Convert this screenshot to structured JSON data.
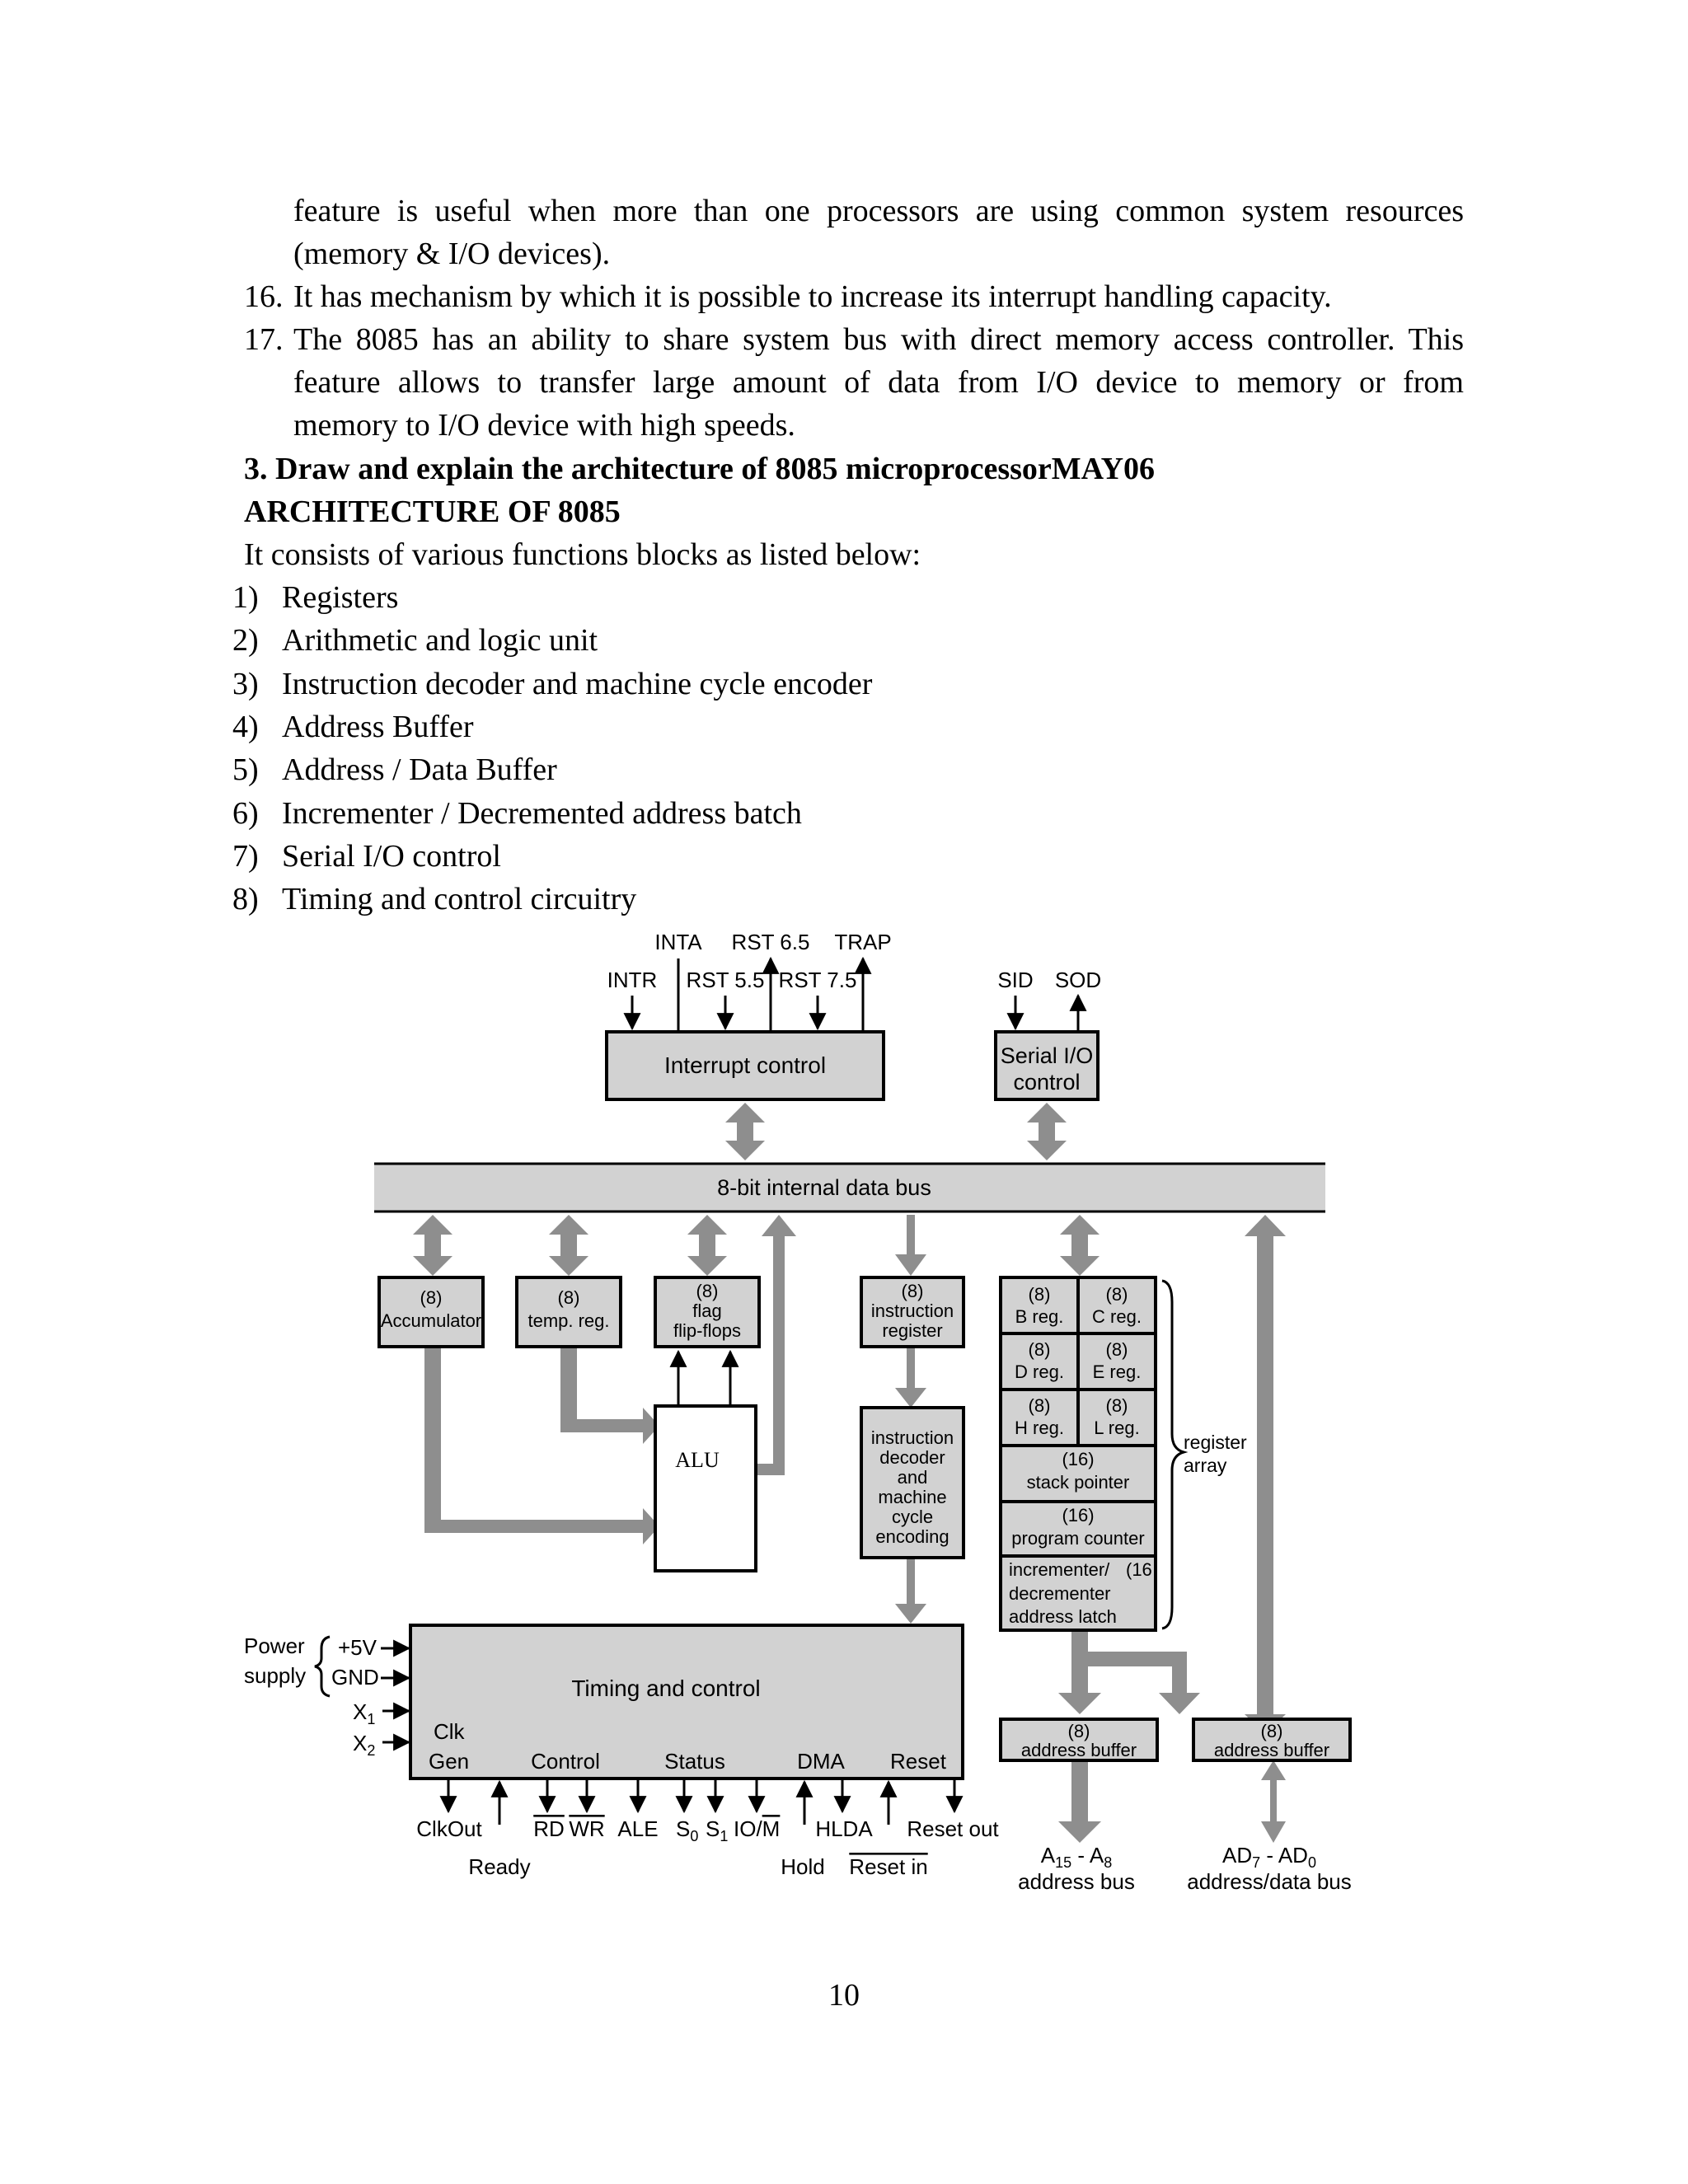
{
  "paragraphs": {
    "cont_line1": "feature is useful when more than one processors are using common system resources",
    "cont_line2": "(memory & I/O devices).",
    "item16_num": "16.",
    "item16": "It has mechanism by which it is possible to increase its interrupt handling capacity.",
    "item17_num": "17.",
    "item17_line1": "The 8085 has an ability to share system bus with direct memory access controller. This",
    "item17_line2": "feature allows to transfer large amount of data from I/O device to memory or from",
    "item17_line3": "memory to I/O device with high speeds.",
    "question": "3. Draw and explain the architecture of 8085 microprocessorMAY06",
    "heading": "ARCHITECTURE OF 8085",
    "intro": "It consists of various functions blocks as listed below:"
  },
  "block_list": [
    {
      "num": "1)",
      "text": "Registers"
    },
    {
      "num": "2)",
      "text": "Arithmetic and logic unit"
    },
    {
      "num": "3)",
      "text": "Instruction decoder and machine cycle encoder"
    },
    {
      "num": "4)",
      "text": "Address Buffer"
    },
    {
      "num": "5)",
      "text": "Address / Data Buffer"
    },
    {
      "num": "6)",
      "text": "Incrementer / Decremented address batch"
    },
    {
      "num": "7)",
      "text": "Serial I/O control"
    },
    {
      "num": "8)",
      "text": "Timing and control circuitry"
    }
  ],
  "diagram": {
    "interrupt_inputs": {
      "inta": "INTA",
      "rst65": "RST 6.5",
      "trap": "TRAP",
      "intr": "INTR",
      "rst55": "RST 5.5",
      "rst75": "RST 7.5"
    },
    "serial_signals": {
      "sid": "SID",
      "sod": "SOD"
    },
    "interrupt_control": "Interrupt control",
    "serial_control_1": "Serial I/O",
    "serial_control_2": "control",
    "internal_bus": "8-bit internal data bus",
    "accumulator": {
      "size": "(8)",
      "name": "Accumulator"
    },
    "temp_reg": {
      "size": "(8)",
      "name": "temp. reg."
    },
    "flags": {
      "size": "(8)",
      "line1": "flag",
      "line2": "flip-flops"
    },
    "instruction_register": {
      "size": "(8)",
      "line1": "instruction",
      "line2": "register"
    },
    "alu": "ALU",
    "decoder": {
      "l1": "instruction",
      "l2": "decoder",
      "l3": "and",
      "l4": "machine",
      "l5": "cycle",
      "l6": "encoding"
    },
    "registers": {
      "b": {
        "size": "(8)",
        "name": "B reg."
      },
      "c": {
        "size": "(8)",
        "name": "C reg."
      },
      "d": {
        "size": "(8)",
        "name": "D reg."
      },
      "e": {
        "size": "(8)",
        "name": "E reg."
      },
      "h": {
        "size": "(8)",
        "name": "H reg."
      },
      "l": {
        "size": "(8)",
        "name": "L reg."
      },
      "sp": {
        "size": "(16)",
        "name": "stack pointer"
      },
      "pc": {
        "size": "(16)",
        "name": "program counter"
      },
      "incdec": {
        "l1": "incrementer/",
        "size": "(16",
        "l2": "decrementer",
        "l3": "address latch"
      }
    },
    "register_array_1": "register",
    "register_array_2": "array",
    "power_1": "Power",
    "power_2": "supply",
    "plus5v": "+5V",
    "gnd": "GND",
    "x1": "X",
    "x1_sub": "1",
    "x2": "X",
    "x2_sub": "2",
    "timing": "Timing and control",
    "clk_1": "Clk",
    "clk_2": "Gen",
    "control": "Control",
    "status": "Status",
    "dma": "DMA",
    "reset": "Reset",
    "addr_buffer_hi": {
      "size": "(8)",
      "name": "address buffer"
    },
    "addr_buffer_lo": {
      "size": "(8)",
      "name": "address buffer"
    },
    "signals": {
      "clkout": "ClkOut",
      "rd": "RD",
      "wr": "WR",
      "ale": "ALE",
      "s0": "S",
      "s0_sub": "0",
      "s1": "S",
      "s1_sub": "1",
      "io": "IO/",
      "io_m": "M",
      "hlda": "HLDA",
      "reset_out": "Reset out",
      "ready": "Ready",
      "hold": "Hold",
      "reset_in": "Reset in"
    },
    "a_bus_1": "A",
    "a_bus_sub1": "15",
    "a_bus_mid": " - A",
    "a_bus_sub2": "8",
    "a_bus_2": "address bus",
    "ad_bus_1": "AD",
    "ad_bus_sub1": "7",
    "ad_bus_mid": " - AD",
    "ad_bus_sub2": "0",
    "ad_bus_2": "address/data bus"
  },
  "page_number": "10"
}
